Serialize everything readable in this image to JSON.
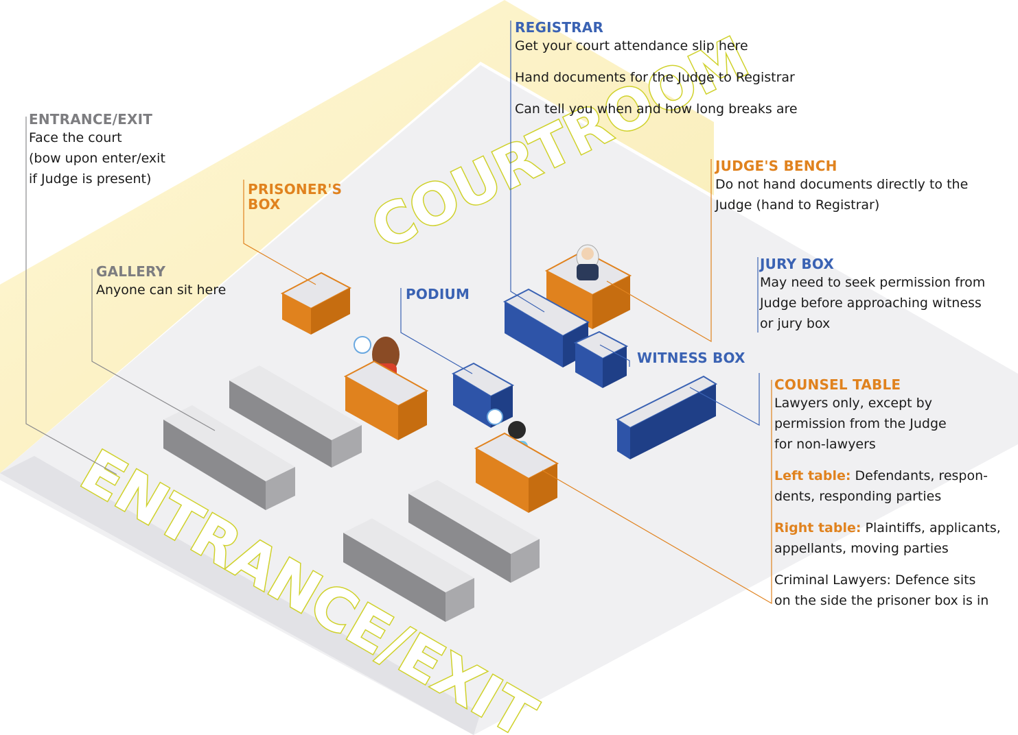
{
  "floor_labels": {
    "courtroom": "COURTROOM",
    "entrance": "ENTRANCE/EXIT"
  },
  "callouts": {
    "registrar": {
      "heading": "REGISTRAR",
      "lines": [
        "Get your court attendance slip here",
        "Hand documents for the Judge to Registrar",
        "Can tell you when and how long breaks are"
      ]
    },
    "entrance_exit": {
      "heading": "ENTRANCE/EXIT",
      "lines": [
        "Face the court",
        "(bow upon enter/exit",
        "if Judge is present)"
      ]
    },
    "prisoners_box": {
      "heading_1": "PRISONER'S",
      "heading_2": "BOX"
    },
    "judges_bench": {
      "heading": "JUDGE'S BENCH",
      "lines": [
        "Do not hand documents directly to the",
        "Judge (hand to Registrar)"
      ]
    },
    "gallery": {
      "heading": "GALLERY",
      "lines": [
        "Anyone can sit here"
      ]
    },
    "podium": {
      "heading": "PODIUM"
    },
    "jury_box": {
      "heading": "JURY BOX",
      "lines": [
        "May need to seek permission from",
        "Judge before approaching witness",
        "or jury box"
      ]
    },
    "witness_box": {
      "heading": "WITNESS BOX"
    },
    "counsel_table": {
      "heading": "COUNSEL TABLE",
      "lines": [
        "Lawyers only, except by",
        "permission from the Judge",
        "for non-lawyers"
      ],
      "left_label": "Left table:",
      "left_lines": [
        " Defendants, respon-",
        "dents, responding parties"
      ],
      "right_label": "Right table:",
      "right_lines": [
        " Plaintiffs, applicants,",
        "appellants, moving parties"
      ],
      "criminal_lines": [
        "Criminal Lawyers: Defence sits",
        "on the side the prisoner box is in"
      ]
    }
  },
  "colors": {
    "gray": "#7d7d80",
    "orange": "#e0821e",
    "blue": "#3a62b3",
    "wall": "#fbf2c8",
    "floor": "#f0f0f2",
    "lettering": "#cfd12a"
  }
}
